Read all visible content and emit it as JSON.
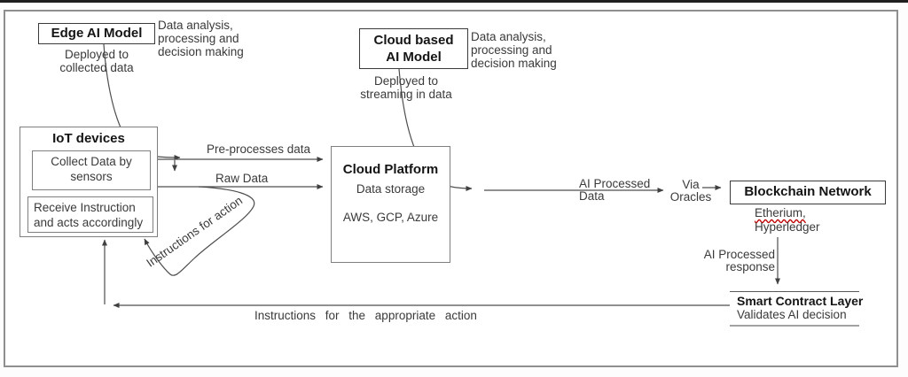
{
  "nodes": {
    "edge_ai": {
      "title": "Edge AI Model",
      "note": [
        "Deployed to",
        "collected data"
      ],
      "desc": [
        "Data analysis,",
        "processing and",
        "decision making"
      ]
    },
    "cloud_ai": {
      "title": [
        "Cloud based",
        "AI Model"
      ],
      "note": [
        "Deployed to",
        "streaming in data"
      ],
      "desc": [
        "Data analysis,",
        "processing and",
        "decision making"
      ]
    },
    "iot": {
      "title": "IoT devices",
      "collect": [
        "Collect Data by",
        "sensors"
      ],
      "receive": [
        "Receive Instruction",
        "and acts accordingly"
      ]
    },
    "cloud_platform": {
      "title": "Cloud Platform",
      "sub": "Data storage",
      "providers": "AWS, GCP, Azure"
    },
    "blockchain": {
      "title": "Blockchain Network",
      "impl_line1": "Etherium,",
      "impl_line2": "Hyperledger"
    },
    "smart_contract": {
      "title": "Smart Contract Layer",
      "sub": "Validates AI decision"
    }
  },
  "edges": {
    "pre_processes": "Pre-processes data",
    "raw_data": "Raw Data",
    "instructions_action": "Instructions for action",
    "ai_processed_data": [
      "AI Processed",
      "Data"
    ],
    "via_oracles": [
      "Via",
      "Oracles"
    ],
    "ai_processed_response": [
      "AI Processed",
      "response"
    ],
    "instructions_bottom": "Instructions for the appropriate action"
  },
  "colors": {
    "line": "#4d4d4d",
    "dark_box_border": "#3a3a3a",
    "gray_box_border": "#7f7f7f",
    "text": "#3a3a3a",
    "spellcheck_underline": "#c00000",
    "frame_border": "#8f8f8f"
  }
}
